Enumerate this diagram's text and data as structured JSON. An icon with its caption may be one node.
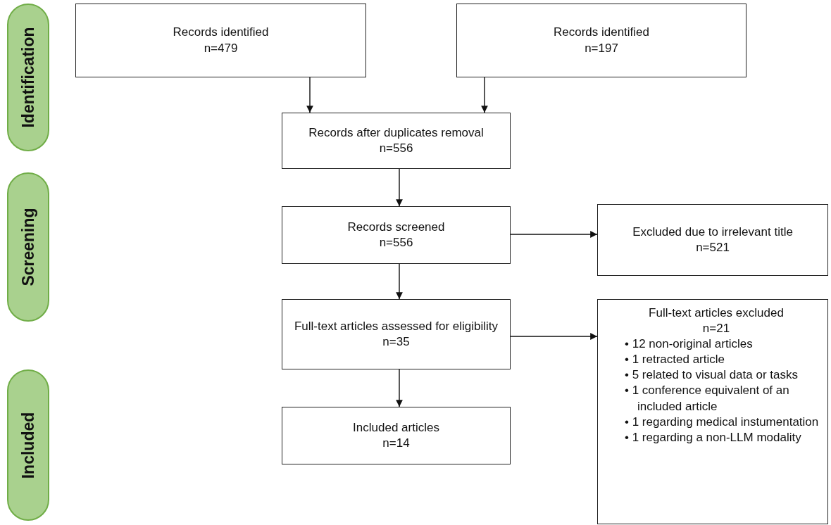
{
  "diagram": {
    "nodes": [
      {
        "text": [
          "Identification"
        ]
      },
      {
        "text": [
          "Screening"
        ]
      },
      {
        "text": [
          "Included"
        ]
      },
      {
        "text": [
          "Records identified",
          "n=479"
        ]
      },
      {
        "text": [
          "Records identified",
          "n=197"
        ]
      },
      {
        "text": [
          "Records after duplicates removal",
          "n=556"
        ]
      },
      {
        "text": [
          "Records screened",
          "n=556"
        ]
      },
      {
        "text": [
          "Excluded due to irrelevant title",
          "n=521"
        ]
      },
      {
        "text": [
          "Full-text articles assessed for eligibility",
          "n=35"
        ]
      },
      {
        "text": [
          "Included articles",
          "n=14"
        ]
      },
      {
        "text": [
          "Full-text articles excluded",
          "n=21",
          "• 12 non-original articles",
          "• 1 retracted article",
          "• 5 related to visual data or tasks",
          "• 1 conference equivalent of an included article",
          "• 1 regarding medical instumentation",
          "• 1 regarding a non-LLM modality"
        ]
      }
    ],
    "edges": [
      {
        "from": 3,
        "to": 5,
        "arrow": "to"
      },
      {
        "from": 4,
        "to": 5,
        "arrow": "to"
      },
      {
        "from": 5,
        "to": 6,
        "arrow": "to"
      },
      {
        "from": 6,
        "to": 7,
        "arrow": "to"
      },
      {
        "from": 6,
        "to": 8,
        "arrow": "to"
      },
      {
        "from": 8,
        "to": 10,
        "arrow": "to"
      },
      {
        "from": 8,
        "to": 9,
        "arrow": "to"
      }
    ]
  }
}
